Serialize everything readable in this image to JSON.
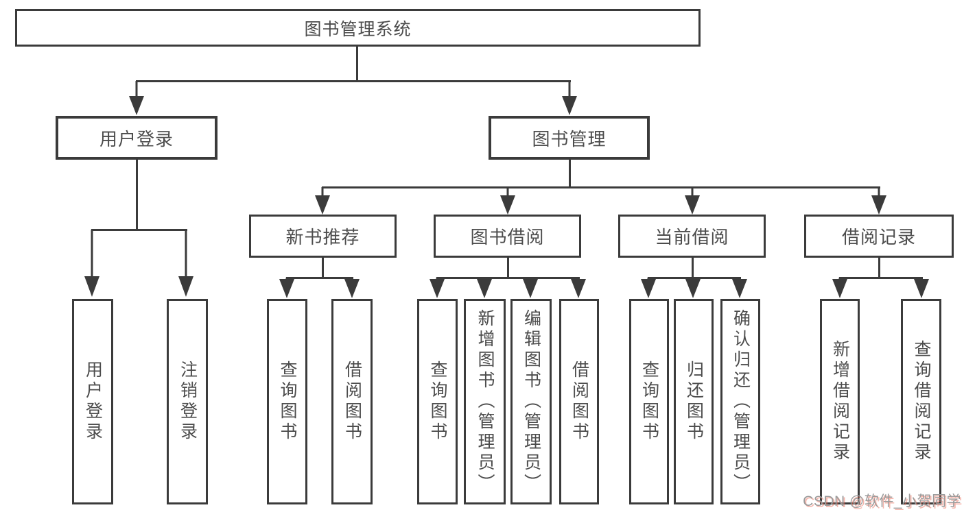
{
  "watermark": "CSDN @软件_小贺同学",
  "colors": {
    "line": "#3b3b3b",
    "text": "#4c4c4c",
    "watermark_text": "#9b9b9b"
  },
  "tree": {
    "label": "图书管理系统",
    "children": [
      {
        "label": "用户登录",
        "children": [
          {
            "label": "用户登录"
          },
          {
            "label": "注销登录"
          }
        ]
      },
      {
        "label": "图书管理",
        "children": [
          {
            "label": "新书推荐",
            "children": [
              {
                "label": "查询图书"
              },
              {
                "label": "借阅图书"
              }
            ]
          },
          {
            "label": "图书借阅",
            "children": [
              {
                "label": "查询图书"
              },
              {
                "label": "新增图书（管理员）"
              },
              {
                "label": "编辑图书（管理员）"
              },
              {
                "label": "借阅图书"
              }
            ]
          },
          {
            "label": "当前借阅",
            "children": [
              {
                "label": "查询图书"
              },
              {
                "label": "归还图书"
              },
              {
                "label": "确认归还（管理员）"
              }
            ]
          },
          {
            "label": "借阅记录",
            "children": [
              {
                "label": "新增借阅记录"
              },
              {
                "label": "查询借阅记录"
              }
            ]
          }
        ]
      }
    ]
  }
}
